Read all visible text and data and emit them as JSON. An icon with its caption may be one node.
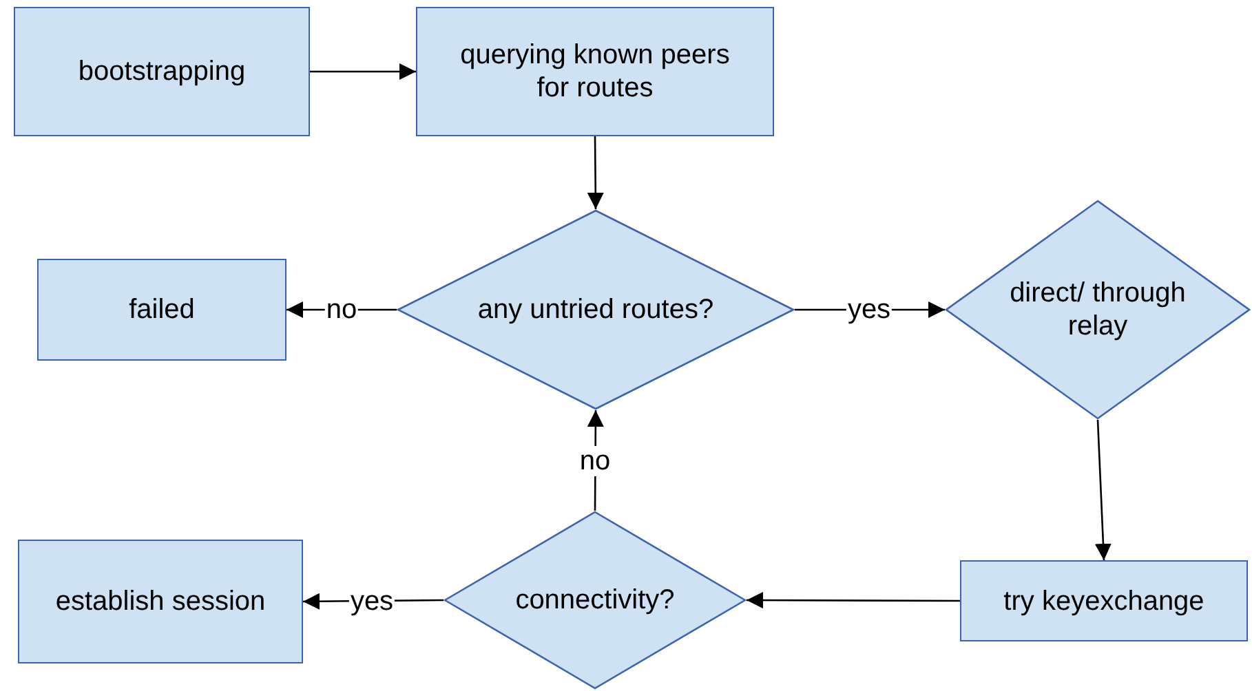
{
  "diagram": {
    "nodes": [
      {
        "text": [
          "bootstrapping"
        ]
      },
      {
        "text": [
          "querying known peers for routes"
        ]
      },
      {
        "text": [
          "failed"
        ]
      },
      {
        "text": [
          "any untried routes?"
        ]
      },
      {
        "text": [
          "direct/ through relay"
        ]
      },
      {
        "text": [
          "establish session"
        ]
      },
      {
        "text": [
          "connectivity?"
        ]
      },
      {
        "text": [
          "try keyexchange"
        ]
      }
    ],
    "edges": [
      {
        "from": 0,
        "to": 1,
        "arrow": "to"
      },
      {
        "from": 1,
        "to": 3,
        "arrow": "to"
      },
      {
        "from": 3,
        "to": 2,
        "arrow": "to",
        "label": "no"
      },
      {
        "from": 3,
        "to": 4,
        "arrow": "to",
        "label": "yes"
      },
      {
        "from": 4,
        "to": 7,
        "arrow": "to"
      },
      {
        "from": 7,
        "to": 6,
        "arrow": "to"
      },
      {
        "from": 6,
        "to": 3,
        "arrow": "to",
        "label": "no"
      },
      {
        "from": 6,
        "to": 5,
        "arrow": "to",
        "label": "yes"
      }
    ]
  }
}
